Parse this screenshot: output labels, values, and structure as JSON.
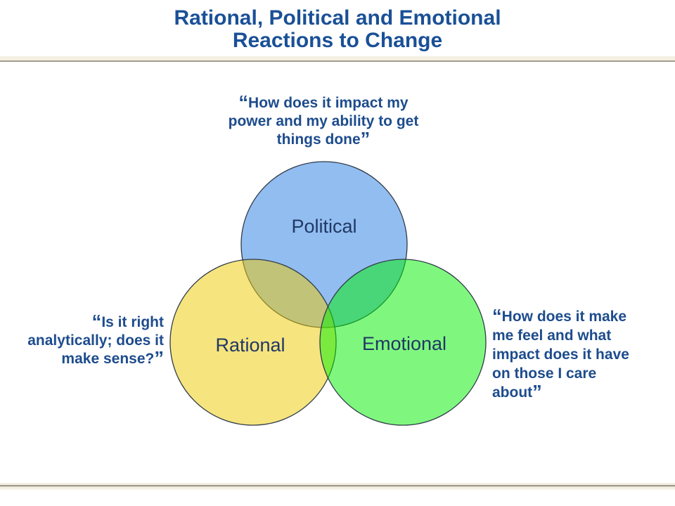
{
  "slide": {
    "title": "Rational, Political and Emotional\nReactions to Change",
    "title_color": "#1A5096"
  },
  "rules": {
    "band_color": "#F4F0E2",
    "line_color": "#A29C8E"
  },
  "venn": {
    "outline_color": "#2F3A48",
    "label_color": "#203864",
    "circles": [
      {
        "label": "Political",
        "fill": "#92BDF0"
      },
      {
        "label": "Rational",
        "fill": "rgba(237,201,0,0.5)"
      },
      {
        "label": "Emotional",
        "fill": "rgba(0,240,0,0.5)"
      }
    ]
  },
  "quotes": {
    "open_mark": "“",
    "close_mark": "”",
    "color": "#1D4C8D",
    "political": "How does it impact my\npower and my ability to get\nthings done",
    "rational": "Is it right\nanalytically; does it\nmake sense?",
    "emotional": "How does it make\nme feel and what\nimpact does it have\non those I care\nabout"
  }
}
